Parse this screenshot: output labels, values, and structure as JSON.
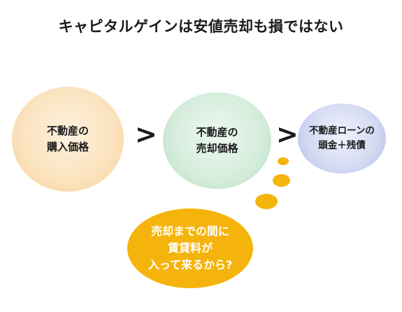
{
  "title": "キャピタルゲインは安値売却も損ではない",
  "nodes": {
    "purchase_price": {
      "lines": [
        "不動産の",
        "購入価格"
      ],
      "color": "#fbe2bd"
    },
    "sale_price": {
      "lines": [
        "不動産の",
        "売却価格"
      ],
      "color": "#d4ecdb"
    },
    "loan": {
      "lines": [
        "不動産ローンの",
        "頭金＋残債"
      ],
      "color": "#d3d9f2"
    }
  },
  "comparators": [
    ">",
    ">"
  ],
  "thought_bubble": {
    "lines": [
      "売却までの間に",
      "賃貸料が",
      "入って来るから?"
    ],
    "color": "#f5b40b"
  }
}
